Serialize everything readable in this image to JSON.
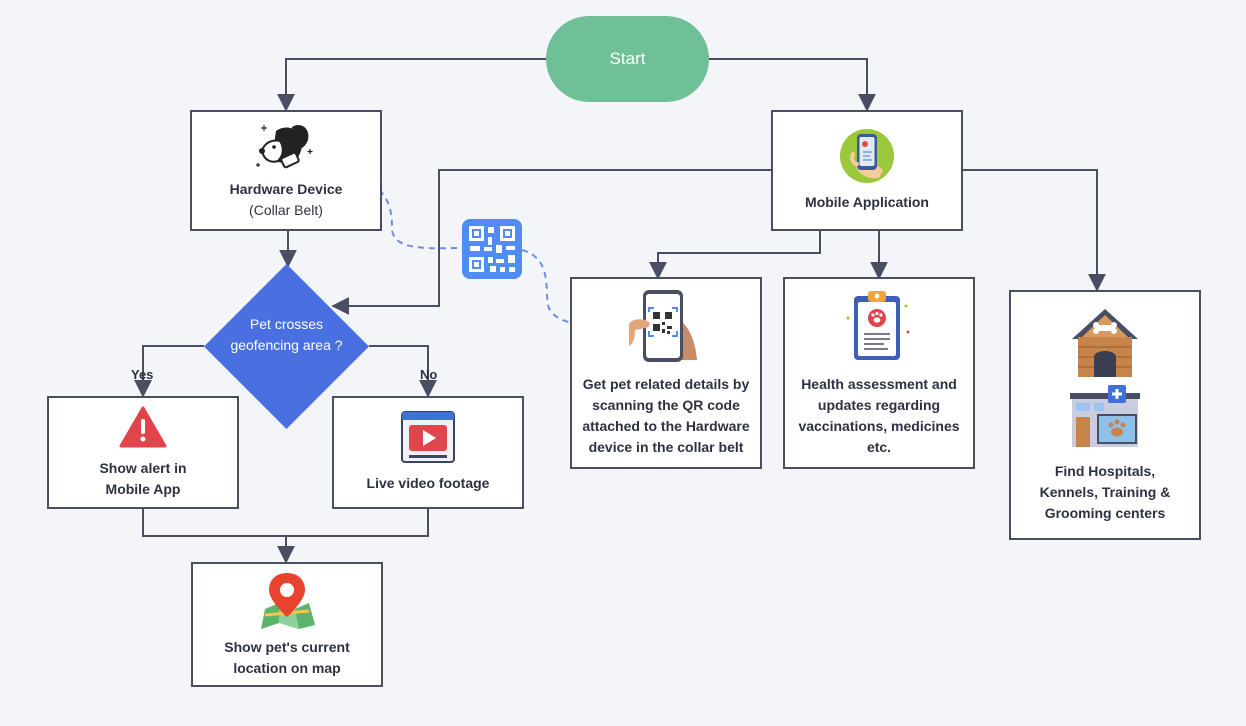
{
  "start": {
    "label": "Start"
  },
  "hardware": {
    "title": "Hardware Device",
    "subtitle": "(Collar Belt)",
    "icon": "dog-collar-icon"
  },
  "mobile_app": {
    "title": "Mobile Application",
    "icon": "phone-hand-icon"
  },
  "decision": {
    "label": "Pet crosses geofencing area ?",
    "yes": "Yes",
    "no": "No"
  },
  "alert": {
    "label": "Show alert in Mobile App",
    "icon": "warning-icon"
  },
  "video": {
    "label": "Live video footage",
    "icon": "video-player-icon"
  },
  "location": {
    "label": "Show pet's current location on map",
    "icon": "map-pin-icon"
  },
  "qr_scan": {
    "label": "Get pet related details by scanning the QR code attached to the Hardware device in the collar belt",
    "icon": "qr-scan-icon"
  },
  "health": {
    "label": "Health assessment and updates regarding vaccinations, medicines etc.",
    "icon": "clipboard-paw-icon"
  },
  "services": {
    "label": "Find Hospitals, Kennels, Training & Grooming centers",
    "icons": [
      "kennel-icon",
      "pet-clinic-icon"
    ]
  },
  "colors": {
    "background": "#f4f5f9",
    "start": "#6fbf97",
    "decision": "#4a6fe0",
    "connector": "#4a4e63",
    "dashed": "#6b8fe6",
    "qr": "#4f8cf7"
  }
}
